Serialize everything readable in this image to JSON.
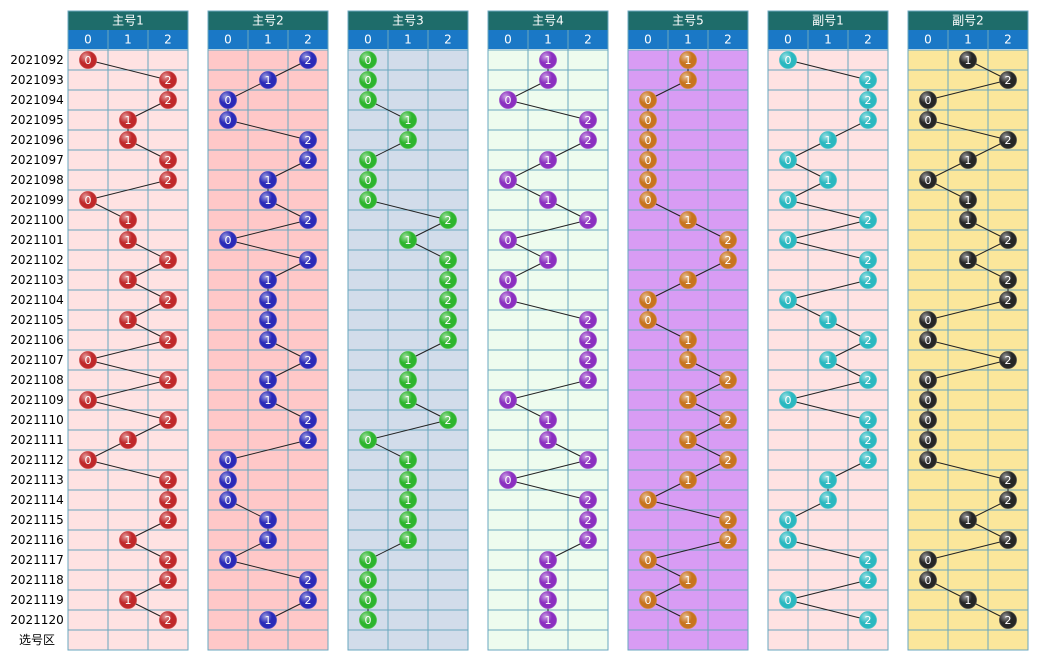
{
  "chart_data": {
    "type": "table",
    "periods": [
      "2021092",
      "2021093",
      "2021094",
      "2021095",
      "2021096",
      "2021097",
      "2021098",
      "2021099",
      "2021100",
      "2021101",
      "2021102",
      "2021103",
      "2021104",
      "2021105",
      "2021106",
      "2021107",
      "2021108",
      "2021109",
      "2021110",
      "2021111",
      "2021112",
      "2021113",
      "2021114",
      "2021115",
      "2021116",
      "2021117",
      "2021118",
      "2021119",
      "2021120"
    ],
    "footer_label": "选号区",
    "sub_headers": [
      "0",
      "1",
      "2"
    ],
    "columns": [
      {
        "name": "主号1",
        "bg": "#ffe2e2",
        "ball": "#c0282a",
        "values": [
          0,
          2,
          2,
          1,
          1,
          2,
          2,
          0,
          1,
          1,
          2,
          1,
          2,
          1,
          2,
          0,
          2,
          0,
          2,
          1,
          0,
          2,
          2,
          2,
          1,
          2,
          2,
          1,
          2
        ]
      },
      {
        "name": "主号2",
        "bg": "#ffc8c8",
        "ball": "#2a2ab8",
        "values": [
          2,
          1,
          0,
          0,
          2,
          2,
          1,
          1,
          2,
          0,
          2,
          1,
          1,
          1,
          1,
          2,
          1,
          1,
          2,
          2,
          0,
          0,
          0,
          1,
          1,
          0,
          2,
          2,
          1
        ]
      },
      {
        "name": "主号3",
        "bg": "#d2dcea",
        "ball": "#2db52d",
        "values": [
          0,
          0,
          0,
          1,
          1,
          0,
          0,
          0,
          2,
          1,
          2,
          2,
          2,
          2,
          2,
          1,
          1,
          1,
          2,
          0,
          1,
          1,
          1,
          1,
          1,
          0,
          0,
          0,
          0
        ]
      },
      {
        "name": "主号4",
        "bg": "#eefcee",
        "ball": "#8b2fc0",
        "values": [
          1,
          1,
          0,
          2,
          2,
          1,
          0,
          1,
          2,
          0,
          1,
          0,
          0,
          2,
          2,
          2,
          2,
          0,
          1,
          1,
          2,
          0,
          2,
          2,
          2,
          1,
          1,
          1,
          1
        ]
      },
      {
        "name": "主号5",
        "bg": "#d89cf4",
        "ball": "#c8741e",
        "values": [
          1,
          1,
          0,
          0,
          0,
          0,
          0,
          0,
          1,
          2,
          2,
          1,
          0,
          0,
          1,
          1,
          2,
          1,
          2,
          1,
          2,
          1,
          0,
          2,
          2,
          0,
          1,
          0,
          1
        ]
      },
      {
        "name": "副号1",
        "bg": "#ffe2e2",
        "ball": "#2ab8c0",
        "values": [
          0,
          2,
          2,
          2,
          1,
          0,
          1,
          0,
          2,
          0,
          2,
          2,
          0,
          1,
          2,
          1,
          2,
          0,
          2,
          2,
          2,
          1,
          1,
          0,
          0,
          2,
          2,
          0,
          2
        ]
      },
      {
        "name": "副号2",
        "bg": "#fbe79b",
        "ball": "#262626",
        "values": [
          1,
          2,
          0,
          0,
          2,
          1,
          0,
          1,
          1,
          2,
          1,
          2,
          2,
          0,
          0,
          2,
          0,
          0,
          0,
          0,
          0,
          2,
          2,
          1,
          2,
          0,
          0,
          1,
          2
        ]
      }
    ],
    "colors": {
      "header_top": "#1e6c6a",
      "header_sub": "#1a78c6",
      "grid": "#6aa7bf",
      "label_text": "#000000",
      "header_text": "#ffffff"
    }
  }
}
